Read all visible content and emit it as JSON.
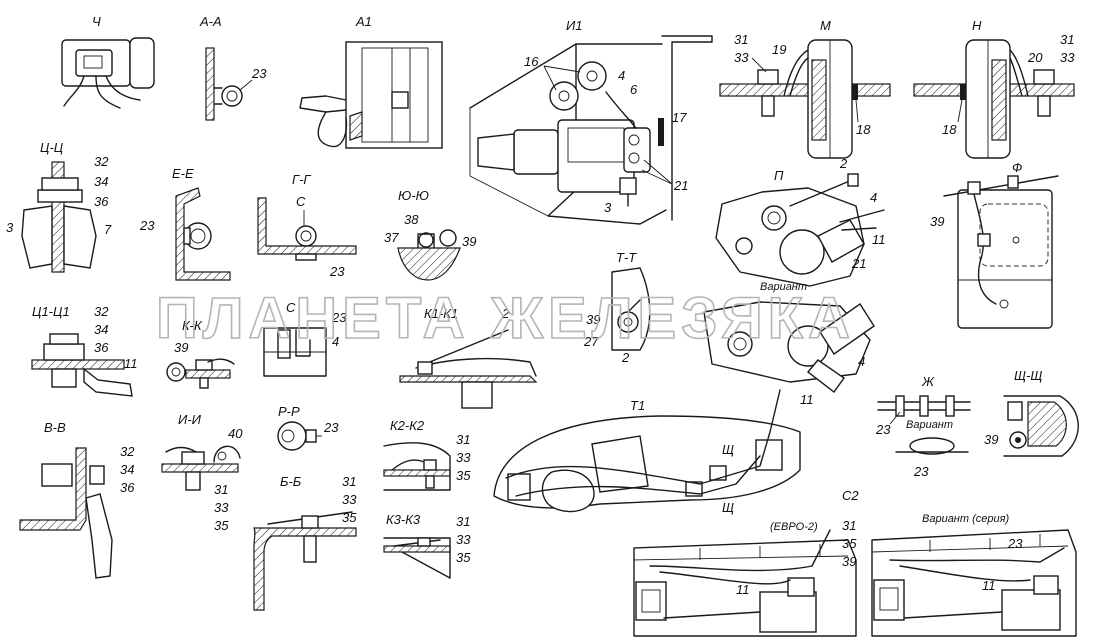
{
  "watermark": "ПЛАНЕТА ЖЕЛЕЗЯКА",
  "views": {
    "ch": "Ч",
    "aa": "А-А",
    "a1": "А1",
    "i1": "И1",
    "m": "М",
    "n": "Н",
    "cc": "Ц-Ц",
    "ee": "Е-Е",
    "gg": "Г-Г",
    "c_in_gg": "С",
    "yuyu": "Ю-Ю",
    "p": "П",
    "f": "Ф",
    "tt": "Т-Т",
    "c1c1": "Ц1-Ц1",
    "kk": "К-К",
    "c_view": "С",
    "k1k1": "К1-К1",
    "bb": "В-В",
    "ii": "И-И",
    "rr": "Р-Р",
    "k2k2": "К2-К2",
    "t1": "Т1",
    "zh": "Ж",
    "shsh": "Щ-Щ",
    "bbb": "Б-Б",
    "k3k3": "К3-К3",
    "c2": "С2",
    "sh1": "Щ",
    "sh2": "Щ"
  },
  "captions": {
    "variant_p": "Вариант",
    "variant_zh": "Вариант",
    "euro2": "(ЕВРО-2)",
    "variant_series": "Вариант (серия)"
  },
  "callouts": {
    "aa_23": "23",
    "m_31": "31",
    "m_33": "33",
    "m_19": "19",
    "m_18": "18",
    "n_20": "20",
    "n_31": "31",
    "n_33": "33",
    "n_18": "18",
    "i1_16": "16",
    "i1_4": "4",
    "i1_6": "6",
    "i1_17": "17",
    "i1_21": "21",
    "i1_3": "3",
    "cc_32": "32",
    "cc_34": "34",
    "cc_36": "36",
    "cc_3": "3",
    "cc_7": "7",
    "ee_23": "23",
    "gg_23": "23",
    "yu_38": "38",
    "yu_37": "37",
    "yu_39": "39",
    "p_2": "2",
    "p_4": "4",
    "p_11": "11",
    "p_21": "21",
    "pv_4": "4",
    "pv_11": "11",
    "f_39": "39",
    "tt_39": "39",
    "tt_27": "27",
    "tt_2": "2",
    "c1_32": "32",
    "c1_34": "34",
    "c1_36": "36",
    "c1_11": "11",
    "kk_39": "39",
    "cv_23": "23",
    "cv_4": "4",
    "k1_2": "2",
    "bb_32": "32",
    "bb_34": "34",
    "bb_36": "36",
    "ii_40": "40",
    "ii_31": "31",
    "ii_33": "33",
    "ii_35": "35",
    "rr_23": "23",
    "k2_31": "31",
    "k2_33": "33",
    "k2_35": "35",
    "zh_23a": "23",
    "zh_23b": "23",
    "sh_39": "39",
    "bbb_31": "31",
    "bbb_33": "33",
    "bbb_35": "35",
    "k3_31": "31",
    "k3_33": "33",
    "k3_35": "35",
    "c2_31": "31",
    "c2_35": "35",
    "c2_39": "39",
    "c2_11": "11",
    "vs_23": "23",
    "vs_11": "11"
  }
}
